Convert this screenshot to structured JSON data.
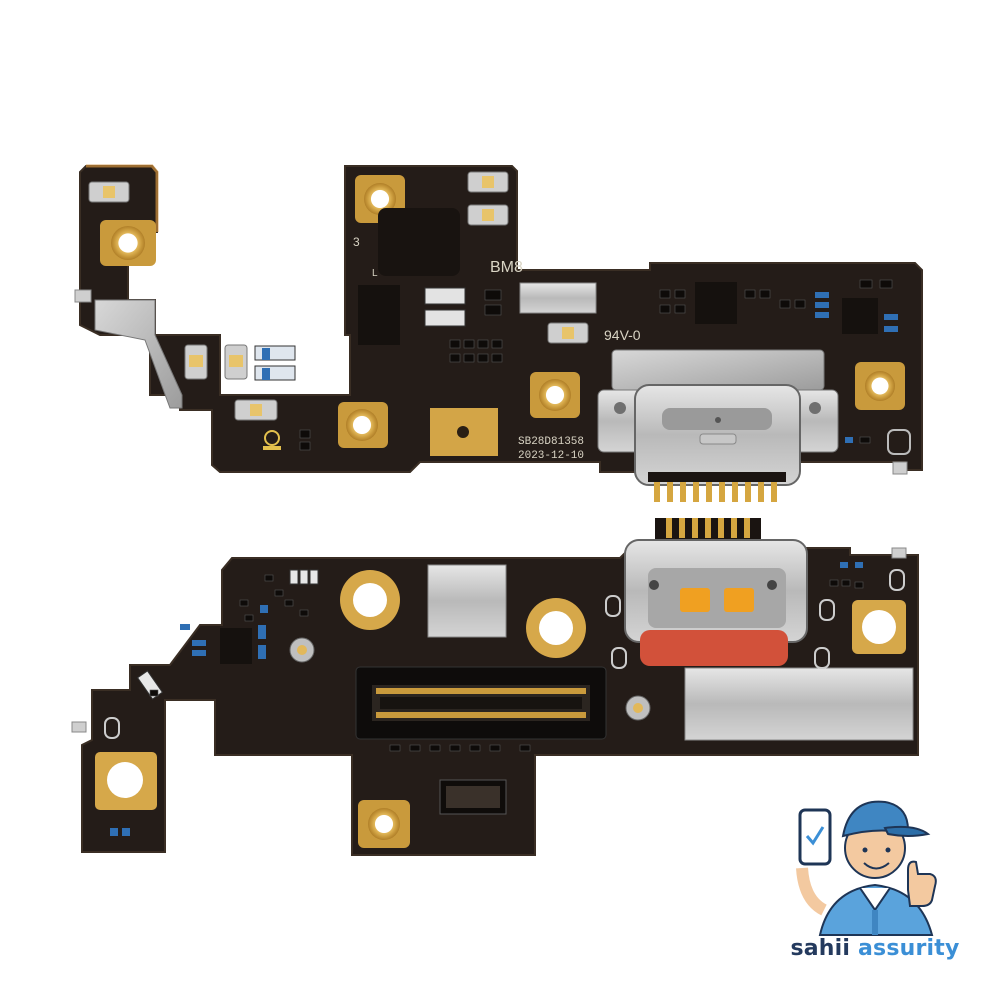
{
  "image": {
    "subject": "USB-C charging port flex board",
    "background_color": "#ffffff",
    "pcb_color": "#241c18"
  },
  "board_top": {
    "silkscreen": {
      "model": "BM8",
      "rating": "94V-0",
      "serial": "SB28D81358",
      "date": "2023-12-10",
      "marker": "3",
      "marker_small": "L"
    }
  },
  "brand": {
    "name_part1": "sahii",
    "name_part2": " assurity",
    "accent_color": "#3b8fd6",
    "text_color": "#243a5e"
  }
}
